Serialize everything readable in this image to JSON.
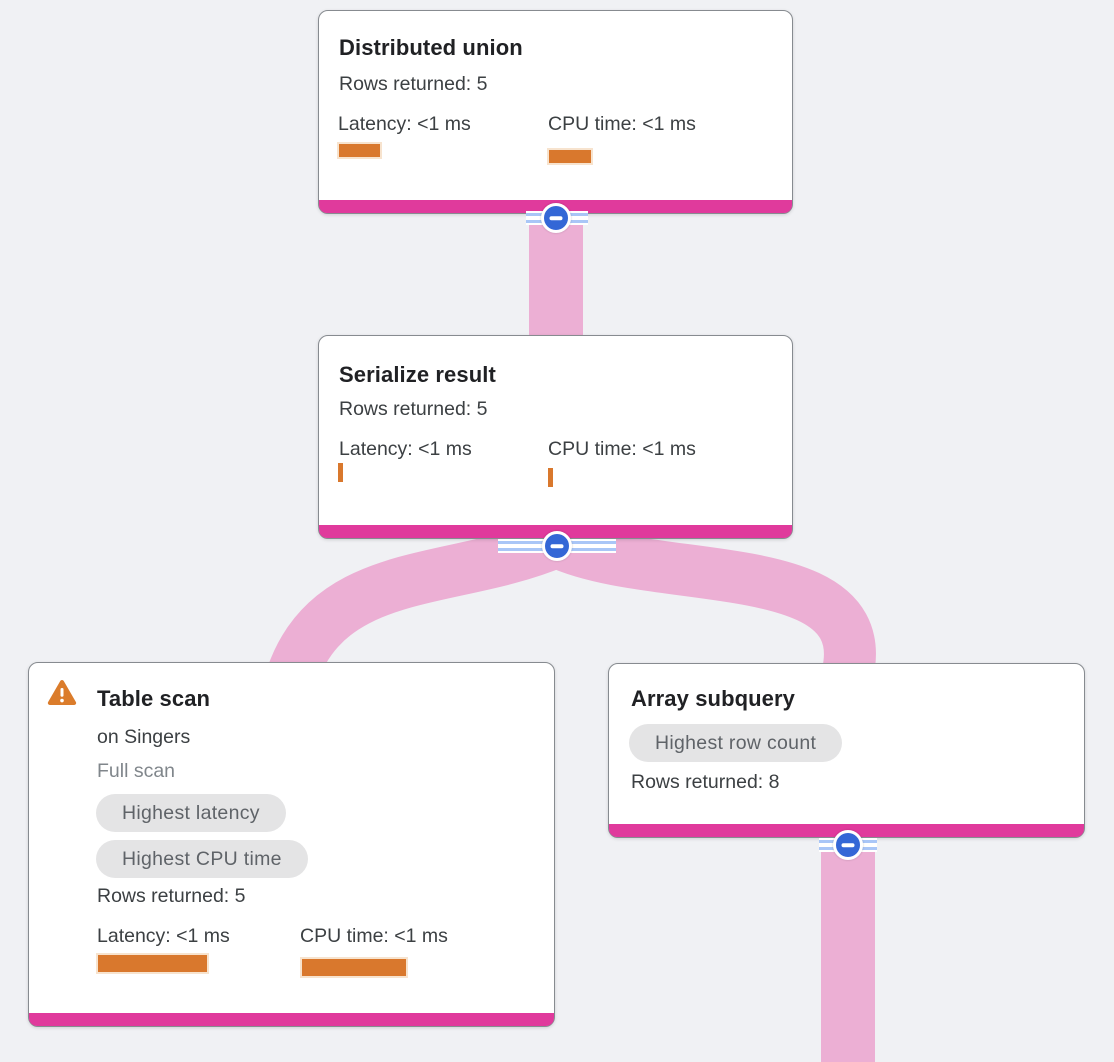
{
  "diagram_type": "query-execution-plan-tree",
  "colors": {
    "background": "#F0F1F4",
    "node_background": "#FFFFFF",
    "node_border": "#878B90",
    "node_footer_pink": "#E03A9C",
    "connector_pink": "#ECAFD4",
    "metric_bar_orange": "#D9782D",
    "metric_bar_border": "#F7E3CE",
    "collapse_circle_blue": "#3467D6",
    "collapse_stripe_blue": "#A9C6F7",
    "badge_background": "#E4E4E5",
    "badge_text": "#5F6368",
    "warning_orange": "#DB7C2B",
    "title_text": "#202124",
    "body_text": "#3C4043",
    "muted_text": "#80868B"
  },
  "nodes": [
    {
      "title": "Distributed union",
      "rows_returned": "Rows returned: 5",
      "metrics": [
        {
          "label": "Latency: <1 ms",
          "bar": {
            "w": 45,
            "h": 17
          }
        },
        {
          "label": "CPU time: <1 ms",
          "bar": {
            "w": 46,
            "h": 17
          }
        }
      ]
    },
    {
      "title": "Serialize result",
      "rows_returned": "Rows returned: 5",
      "metrics": [
        {
          "label": "Latency: <1 ms",
          "bar": {
            "w": 5,
            "h": 19
          }
        },
        {
          "label": "CPU time: <1 ms",
          "bar": {
            "w": 5,
            "h": 19
          }
        }
      ]
    },
    {
      "title": "Table scan",
      "has_warning": true,
      "subtitle": "on Singers",
      "scan_type": "Full scan",
      "badges": [
        "Highest latency",
        "Highest CPU time"
      ],
      "rows_returned": "Rows returned: 5",
      "metrics": [
        {
          "label": "Latency: <1 ms",
          "bar": {
            "w": 113,
            "h": 21
          }
        },
        {
          "label": "CPU time: <1 ms",
          "bar": {
            "w": 108,
            "h": 21
          }
        }
      ]
    },
    {
      "title": "Array subquery",
      "badges": [
        "Highest row count"
      ],
      "rows_returned": "Rows returned: 8"
    }
  ]
}
